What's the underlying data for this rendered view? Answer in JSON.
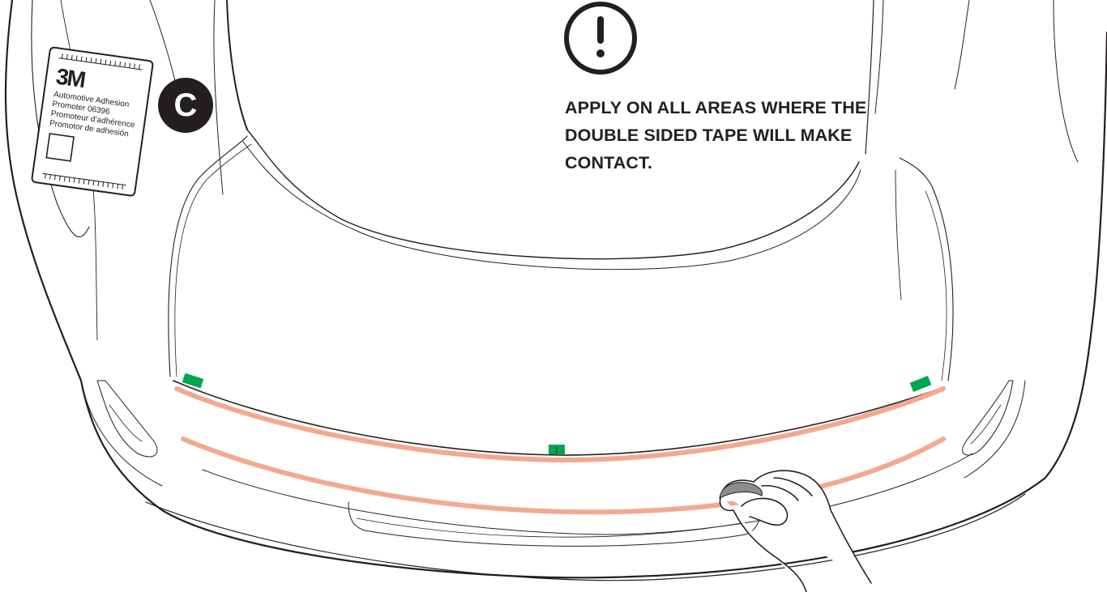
{
  "step_badge": {
    "letter": "C"
  },
  "warning": {
    "icon": "exclamation-circle-icon",
    "lines": [
      "APPLY ON ALL AREAS WHERE THE",
      "DOUBLE SIDED TAPE WILL MAKE",
      "CONTACT."
    ]
  },
  "promoter_packet": {
    "brand": "3M",
    "lines": [
      "Automotive Adhesion",
      "Promoter 06396",
      "Promoteur d’adhérence",
      "Promotor de adhesión"
    ]
  },
  "colors": {
    "tape_strip": "#f3a98f",
    "position_marker": "#00a651",
    "line_art": "#231f20"
  }
}
